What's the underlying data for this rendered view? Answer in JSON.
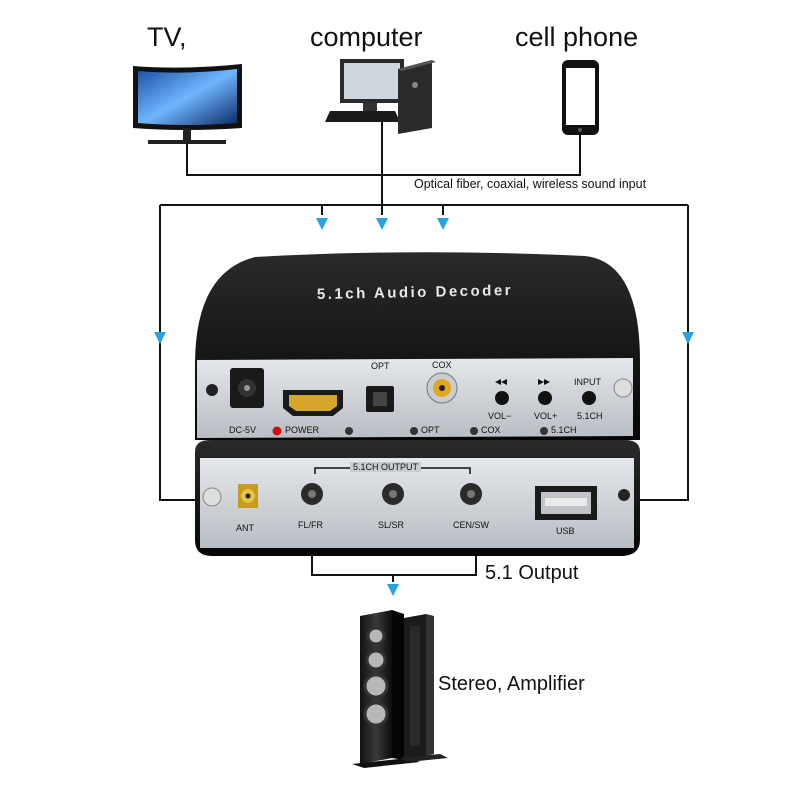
{
  "sources": {
    "tv_label": "TV,",
    "computer_label": "computer",
    "phone_label": "cell phone"
  },
  "input_caption": "Optical fiber, coaxial, wireless sound input",
  "device": {
    "title": "5.1ch Audio Decoder",
    "top_panel": {
      "dc_label": "DC-5V",
      "power_label": "POWER",
      "opt_label": "OPT",
      "cox_label": "COX",
      "opt_indicator": "OPT",
      "cox_indicator": "COX",
      "ch51_indicator": "5.1CH",
      "vol_down": "VOL−",
      "vol_up": "VOL+",
      "input_label": "INPUT",
      "input_sub": "5.1CH"
    },
    "bottom_panel": {
      "output_group": "5.1CH OUTPUT",
      "ant_label": "ANT",
      "flfr_label": "FL/FR",
      "slsr_label": "SL/SR",
      "censw_label": "CEN/SW",
      "usb_label": "USB"
    }
  },
  "output_caption": "5.1 Output",
  "speaker_caption": "Stereo, Amplifier",
  "colors": {
    "line": "#111111",
    "arrow": "#29a3e0",
    "device": "#141414",
    "panel": "#cfd3d8",
    "led": "#d01010"
  }
}
